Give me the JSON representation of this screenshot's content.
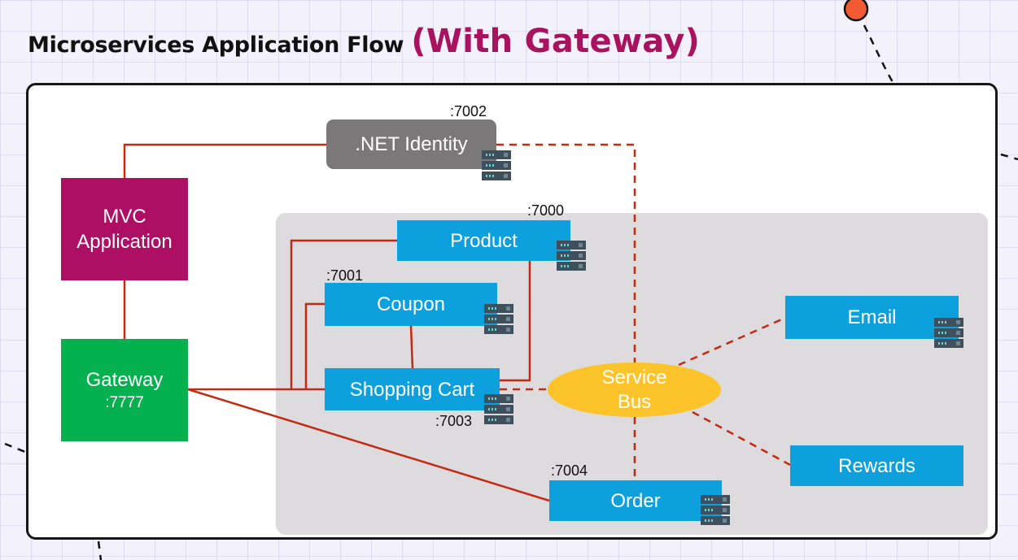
{
  "title": {
    "main": "Microservices Application Flow",
    "accent": "(With Gateway)"
  },
  "nodes": {
    "identity": {
      "label": ".NET Identity",
      "port": ":7002"
    },
    "mvc": {
      "line1": "MVC",
      "line2": "Application"
    },
    "gateway": {
      "label": "Gateway",
      "port": ":7777"
    },
    "product": {
      "label": "Product",
      "port": ":7000"
    },
    "coupon": {
      "label": "Coupon",
      "port": ":7001"
    },
    "cart": {
      "label": "Shopping Cart",
      "port": ":7003"
    },
    "order": {
      "label": "Order",
      "port": ":7004"
    },
    "bus": {
      "line1": "Service",
      "line2": "Bus"
    },
    "email": {
      "label": "Email"
    },
    "rewards": {
      "label": "Rewards"
    }
  },
  "colors": {
    "accent": "#a8125f",
    "service": "#0ea0dc",
    "mvc": "#ad0f64",
    "gateway": "#05b04f",
    "identity": "#7a7878",
    "bus": "#fcc42a",
    "connector": "#c32a12"
  },
  "icons": [
    "server-icon"
  ]
}
